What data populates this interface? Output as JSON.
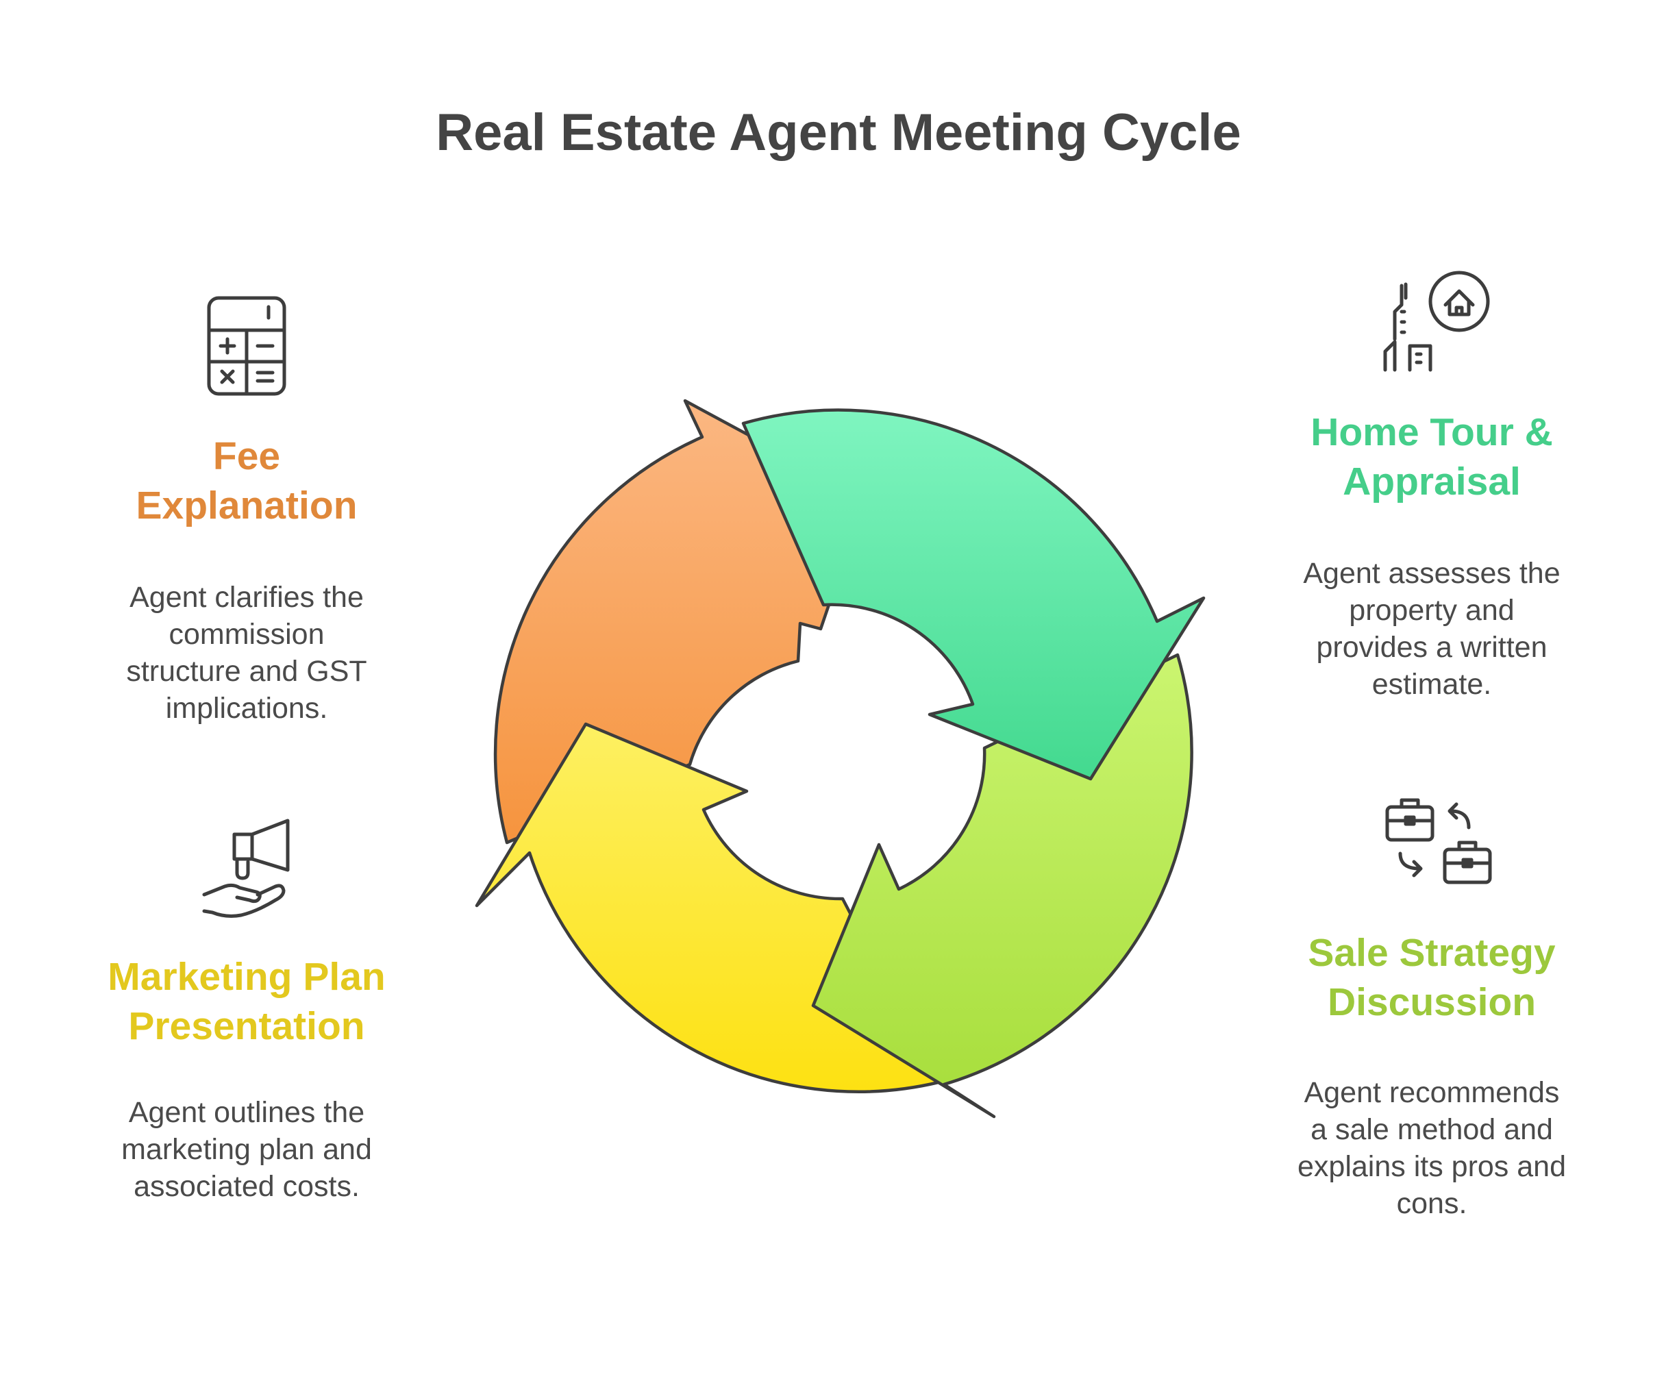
{
  "title": "Real Estate Agent Meeting Cycle",
  "colors": {
    "fee": "#E0883A",
    "home_tour": "#45CE8A",
    "sale_strategy": "#9CC83C",
    "marketing": "#E3C81E",
    "outline": "#3d3d3d",
    "title": "#444444"
  },
  "stages": {
    "fee": {
      "heading_lines": [
        "Fee",
        "Explanation"
      ],
      "desc_lines": [
        "Agent clarifies the",
        "commission",
        "structure and GST",
        "implications."
      ],
      "icon": "calculator-icon"
    },
    "home_tour": {
      "heading_lines": [
        "Home Tour &",
        "Appraisal"
      ],
      "desc_lines": [
        "Agent assesses the",
        "property and",
        "provides a written",
        "estimate."
      ],
      "icon": "city-home-icon"
    },
    "sale_strategy": {
      "heading_lines": [
        "Sale Strategy",
        "Discussion"
      ],
      "desc_lines": [
        "Agent recommends",
        "a sale method and",
        "explains its pros and",
        "cons."
      ],
      "icon": "briefcase-exchange-icon"
    },
    "marketing": {
      "heading_lines": [
        "Marketing Plan",
        "Presentation"
      ],
      "desc_lines": [
        "Agent outlines the",
        "marketing plan and",
        "associated costs."
      ],
      "icon": "megaphone-hand-icon"
    }
  }
}
